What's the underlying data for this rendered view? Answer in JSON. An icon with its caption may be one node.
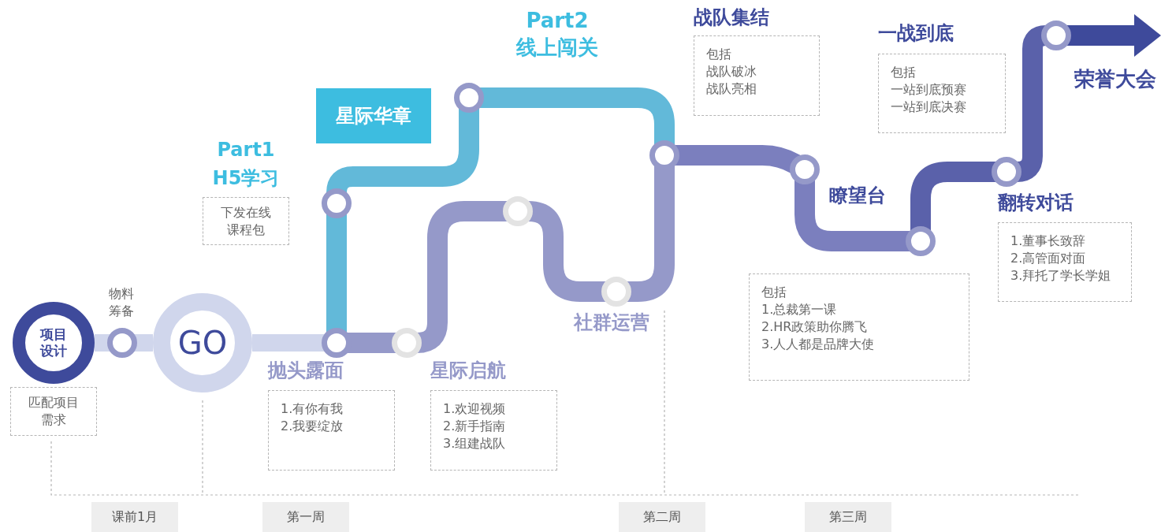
{
  "diagram": {
    "nodes": [
      {
        "text": [
          "项目设计"
        ]
      },
      {
        "text": [],
        "shape": "circle",
        "beside": [
          "物料筹备"
        ]
      },
      {
        "text": [
          "GO"
        ]
      },
      {
        "text": [
          "匹配项目需求"
        ]
      },
      {
        "text": [],
        "shape": "circle"
      },
      {
        "text": [
          "抛头露面",
          "1.有你有我",
          "2.我要绽放"
        ]
      },
      {
        "text": [],
        "shape": "circle"
      },
      {
        "text": [
          "Part1 H5学习",
          "下发在线课程包"
        ]
      },
      {
        "text": [],
        "shape": "circle"
      },
      {
        "text": [
          "星际启航",
          "1.欢迎视频",
          "2.新手指南",
          "3.组建战队"
        ]
      },
      {
        "text": [
          "星际华章"
        ]
      },
      {
        "text": [],
        "shape": "circle"
      },
      {
        "text": [],
        "shape": "circle"
      },
      {
        "text": [],
        "shape": "circle",
        "beside": [
          "社群运营"
        ]
      },
      {
        "text": [],
        "shape": "circle"
      },
      {
        "text": [
          "战队集结",
          "包括",
          "战队破冰",
          "战队亮相"
        ]
      },
      {
        "text": [],
        "shape": "circle",
        "beside": [
          "瞭望台"
        ]
      },
      {
        "text": [
          "包括",
          "1.总裁第一课",
          "2.HR政策助你腾飞",
          "3.人人都是品牌大使"
        ]
      },
      {
        "text": [
          "一战到底",
          "包括",
          "一站到底预赛",
          "一站到底决赛"
        ]
      },
      {
        "text": [],
        "shape": "circle"
      },
      {
        "text": [],
        "shape": "circle"
      },
      {
        "text": [
          "翻转对话",
          "1.董事长致辞",
          "2.高管面对面",
          "3.拜托了学长学姐"
        ]
      },
      {
        "text": [],
        "shape": "circle"
      },
      {
        "text": [
          "课前1月"
        ]
      },
      {
        "text": [
          "第一周"
        ]
      },
      {
        "text": [
          "第二周"
        ]
      },
      {
        "text": [
          "第三周"
        ]
      }
    ],
    "edges": [
      {
        "from": 0,
        "to": 1,
        "arrow": "none",
        "color": "#d0d6ec"
      },
      {
        "from": 1,
        "to": 2,
        "arrow": "none",
        "color": "#d0d6ec"
      },
      {
        "from": 2,
        "to": 4,
        "arrow": "none",
        "color": "#d0d6ec"
      },
      {
        "from": 4,
        "to": 6,
        "arrow": "none",
        "color": "#62b9d9"
      },
      {
        "from": 6,
        "to": 11,
        "arrow": "none",
        "color": "#62b9d9"
      },
      {
        "from": 11,
        "to": 14,
        "arrow": "none",
        "color": "#62b9d9"
      },
      {
        "from": 4,
        "to": 8,
        "arrow": "none",
        "color": "#9599c9"
      },
      {
        "from": 8,
        "to": 12,
        "arrow": "none",
        "color": "#9599c9"
      },
      {
        "from": 12,
        "to": 13,
        "arrow": "none",
        "color": "#9599c9"
      },
      {
        "from": 13,
        "to": 14,
        "arrow": "none",
        "color": "#9599c9"
      },
      {
        "from": 14,
        "to": 16,
        "arrow": "none",
        "color": "#7b7fbe"
      },
      {
        "from": 16,
        "to": 19,
        "arrow": "none",
        "color": "#7b7fbe"
      },
      {
        "from": 19,
        "to": 20,
        "arrow": "none",
        "color": "#5a61aa"
      },
      {
        "from": 20,
        "to": 22,
        "arrow": "none",
        "color": "#5a61aa"
      },
      {
        "from": 22,
        "to": null,
        "arrow": "to",
        "color": "#3e4a9b"
      }
    ],
    "labels": [
      "Part2 线上闯关",
      "荣誉大会"
    ]
  }
}
